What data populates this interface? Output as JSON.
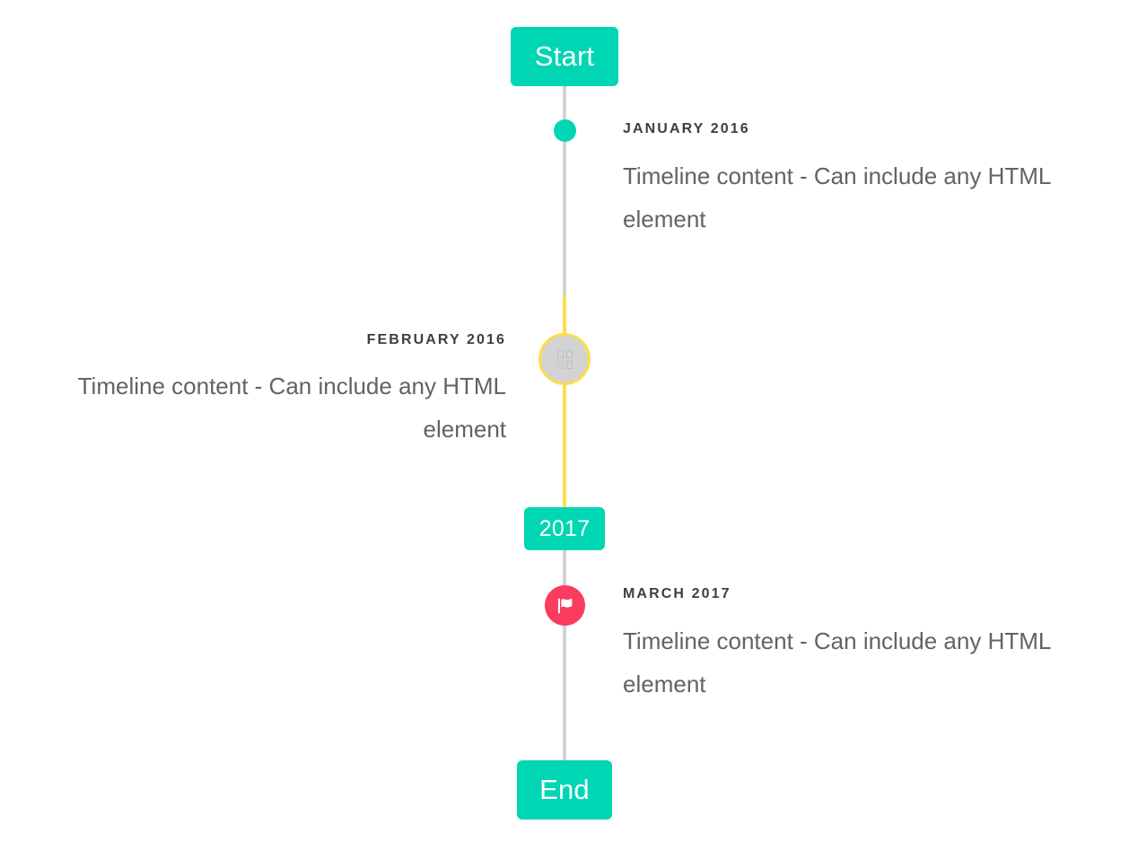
{
  "timeline": {
    "start_badge": {
      "label": "Start"
    },
    "year_badge": {
      "label": "2017"
    },
    "end_badge": {
      "label": "End"
    },
    "axis": {
      "default_color": "#d4d4d4",
      "highlight_color": "#ffdd4a"
    },
    "entries": [
      {
        "id": "january-2016",
        "label": "JANUARY 2016",
        "body": "Timeline content - Can include any HTML element",
        "side": "right",
        "marker": {
          "type": "dot",
          "icon": "none",
          "fill": "#00d6b4",
          "border": "none"
        }
      },
      {
        "id": "february-2016",
        "label": "FEBRUARY 2016",
        "body": "Timeline content - Can include any HTML element",
        "side": "left",
        "marker": {
          "type": "ring",
          "icon": "missing-glyph",
          "fill": "#d3d3d3",
          "border": "#ffdd4a"
        }
      },
      {
        "id": "march-2017",
        "label": "MARCH 2017",
        "body": "Timeline content - Can include any HTML element",
        "side": "right",
        "marker": {
          "type": "icon",
          "icon": "flag-icon",
          "fill": "#fa3c5e",
          "border": "none"
        }
      }
    ],
    "colors": {
      "accent_teal": "#00d6b4",
      "accent_yellow": "#ffdd4a",
      "accent_pink": "#fa3c5e",
      "line_gray": "#d4d4d4",
      "marker_gray": "#d3d3d3",
      "label_text": "#3b3f43",
      "body_text": "#5e6468",
      "badge_text": "#ffffff",
      "background": "#ffffff"
    }
  }
}
